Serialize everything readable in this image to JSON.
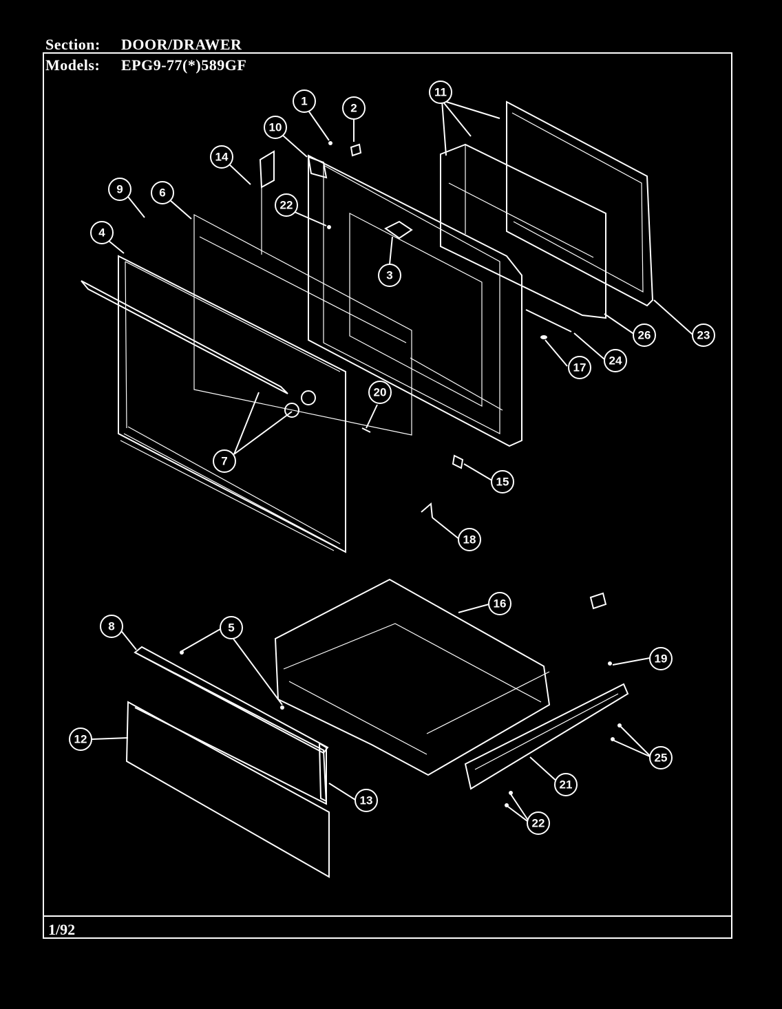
{
  "header": {
    "section_label": "Section:",
    "section_value": "DOOR/DRAWER",
    "models_label": "Models:",
    "models_value": "EPG9-77(*)589GF"
  },
  "footer": {
    "date": "1/92"
  },
  "callouts": [
    "1",
    "2",
    "3",
    "4",
    "5",
    "6",
    "7",
    "8",
    "9",
    "10",
    "11",
    "12",
    "13",
    "14",
    "15",
    "16",
    "17",
    "18",
    "19",
    "20",
    "21",
    "22",
    "23",
    "24",
    "25",
    "26"
  ]
}
